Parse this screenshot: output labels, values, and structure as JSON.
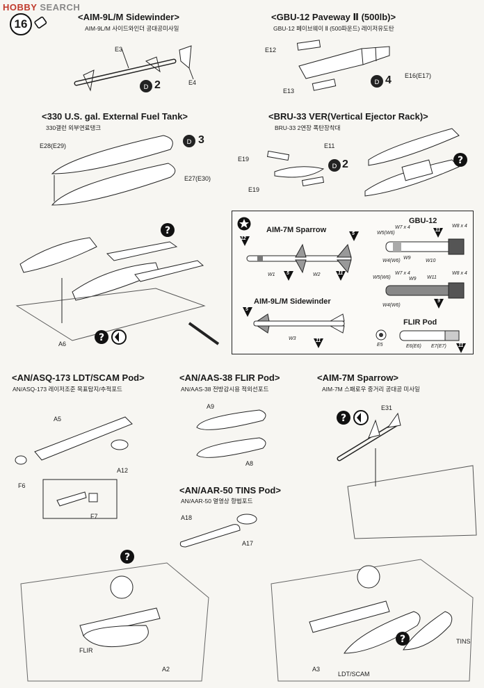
{
  "watermark": {
    "brand": "HOBBY",
    "suffix": " SEARCH"
  },
  "step_number": "16",
  "sections": {
    "aim9": {
      "title": "<AIM-9L/M Sidewinder>",
      "subtitle": "AIM-9L/M 사이드와인더 공대공미사일",
      "parts": [
        "E3",
        "E4"
      ],
      "qty": "2"
    },
    "gbu12": {
      "title": "<GBU-12 Paveway Ⅱ (500lb)>",
      "subtitle": "GBU-12 페이브웨이 Ⅱ (500파운드) 레이저유도탄",
      "parts": [
        "E12",
        "E13",
        "E16(E17)"
      ],
      "qty": "4"
    },
    "tank": {
      "title": "<330 U.S. gal. External Fuel Tank>",
      "subtitle": "330갤런 외부연료탱크",
      "parts": [
        "E28(E29)",
        "E27(E30)"
      ],
      "qty": "3"
    },
    "bru": {
      "title": "<BRU-33 VER(Vertical Ejector Rack)>",
      "subtitle": "BRU-33 2연장 폭탄장착대",
      "parts": [
        "E11",
        "E19",
        "E19"
      ],
      "qty": "2"
    },
    "mount": {
      "parts": [
        "A6"
      ]
    },
    "ldt": {
      "title": "<AN/ASQ-173 LDT/SCAM Pod>",
      "subtitle": "AN/ASQ-173 레이저조준 목표탐지/추적포드",
      "parts": [
        "A5",
        "A12",
        "F6",
        "F7"
      ]
    },
    "flir_pod": {
      "title": "<AN/AAS-38 FLIR Pod>",
      "subtitle": "AN/AAS-38 전방감시용 적외선포드",
      "parts": [
        "A9",
        "A8"
      ]
    },
    "aim7": {
      "title": "<AIM-7M Sparrow>",
      "subtitle": "AIM-7M 스패로우 중거리 공대공 미사일",
      "parts": [
        "E31"
      ]
    },
    "tins": {
      "title": "<AN/AAR-50 TINS Pod>",
      "subtitle": "AN/AAR-50 열영상 항법포드",
      "parts": [
        "A18",
        "A17"
      ]
    },
    "bottom_left": {
      "parts": [
        "FLIR",
        "A2"
      ]
    },
    "bottom_right": {
      "parts": [
        "LDT/SCAM",
        "A3",
        "TINS"
      ]
    }
  },
  "paint_box": {
    "aim7_title": "AIM-7M Sparrow",
    "aim9_title": "AIM-9L/M Sidewinder",
    "gbu_title": "GBU-12",
    "flir_title": "FLIR Pod",
    "aim7_codes": [
      "W1",
      "W2"
    ],
    "aim7_colors": [
      "12",
      "5",
      "5",
      "11"
    ],
    "aim9_codes": [
      "W3"
    ],
    "aim9_colors": [
      "5",
      "11"
    ],
    "gbu_codes_a": [
      "W5(W6)",
      "W7 x 4",
      "W8 x 4",
      "W9",
      "W10",
      "W4(W6)"
    ],
    "gbu_codes_b": [
      "W5(W6)",
      "W7 x 4",
      "W8 x 4",
      "W9",
      "W11",
      "W4(W6)"
    ],
    "gbu_colors": [
      "11",
      "9"
    ],
    "flir_codes": [
      "E5",
      "E6(E6)",
      "E7(E7)"
    ],
    "flir_colors": [
      "11"
    ]
  }
}
